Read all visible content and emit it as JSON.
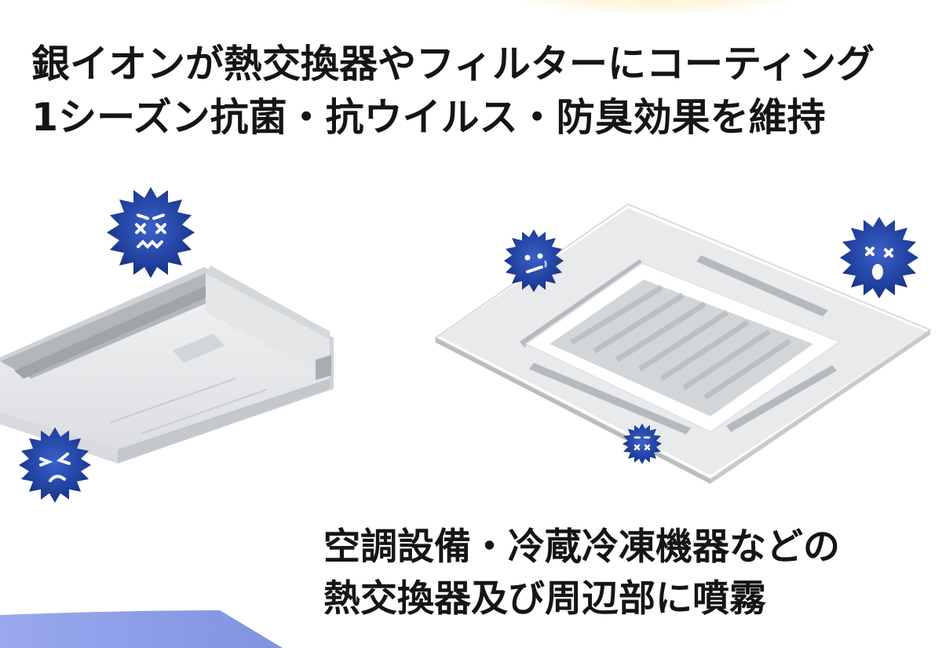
{
  "headline": {
    "line1": "銀イオンが熱交換器やフィルターにコーティング",
    "line2": "1シーズン抗菌・抗ウイルス・防臭効果を維持"
  },
  "caption": {
    "line1": "空調設備・冷蔵冷凍機器などの",
    "line2": "熱交換器及び周辺部に噴霧"
  },
  "colors": {
    "germ_blue": "#1f3f9c",
    "band_blue": "#8ea0e6",
    "unit_body": "#e9eaec",
    "unit_shadow": "#b9bcc0"
  },
  "icons": [
    "ceiling-suspended-ac-icon",
    "ceiling-cassette-ac-icon",
    "germ-icon"
  ]
}
